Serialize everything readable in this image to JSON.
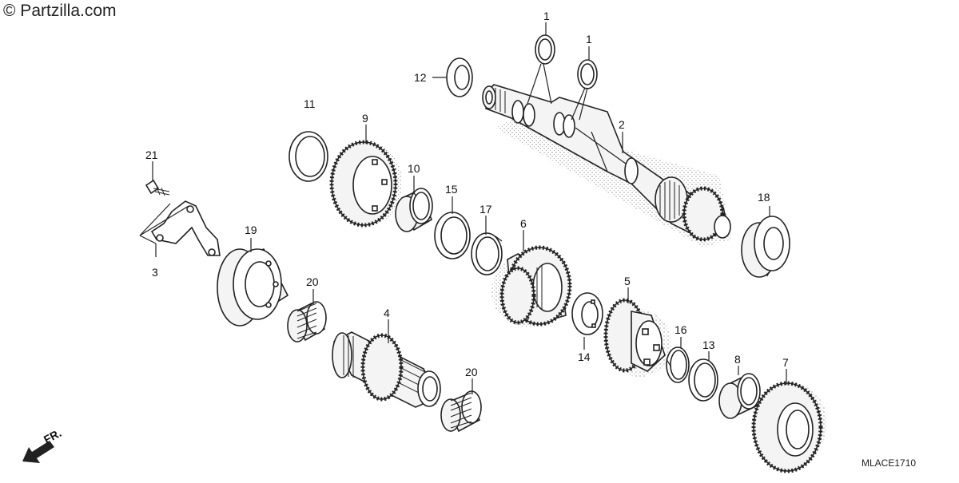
{
  "watermark": "© Partzilla.com",
  "diagram_code": "MLACE1710",
  "front_arrow_label": "FR.",
  "callouts": [
    {
      "id": "c1a",
      "label": "1"
    },
    {
      "id": "c1b",
      "label": "1"
    },
    {
      "id": "c2",
      "label": "2"
    },
    {
      "id": "c3",
      "label": "3"
    },
    {
      "id": "c4",
      "label": "4"
    },
    {
      "id": "c5",
      "label": "5"
    },
    {
      "id": "c6",
      "label": "6"
    },
    {
      "id": "c7",
      "label": "7"
    },
    {
      "id": "c8",
      "label": "8"
    },
    {
      "id": "c9",
      "label": "9"
    },
    {
      "id": "c10",
      "label": "10"
    },
    {
      "id": "c11",
      "label": "11"
    },
    {
      "id": "c12",
      "label": "12"
    },
    {
      "id": "c13",
      "label": "13"
    },
    {
      "id": "c14",
      "label": "14"
    },
    {
      "id": "c15",
      "label": "15"
    },
    {
      "id": "c16",
      "label": "16"
    },
    {
      "id": "c17",
      "label": "17"
    },
    {
      "id": "c18",
      "label": "18"
    },
    {
      "id": "c19",
      "label": "19"
    },
    {
      "id": "c20a",
      "label": "20"
    },
    {
      "id": "c20b",
      "label": "20"
    },
    {
      "id": "c21",
      "label": "21"
    }
  ]
}
